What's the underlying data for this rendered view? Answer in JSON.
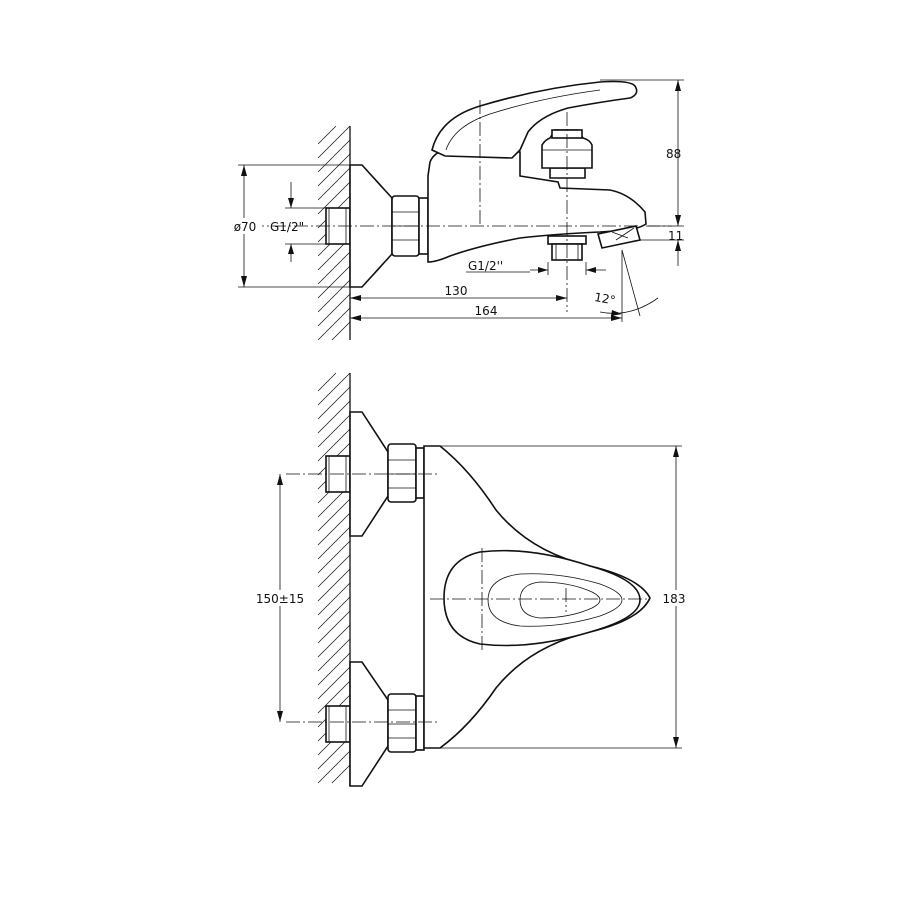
{
  "side_view": {
    "dim_diameter": "ø70",
    "dim_wall_thread": "G1/2\"",
    "dim_outlet_thread": "G1/2''",
    "dim_outlet_distance": "130",
    "dim_spout_length": "164",
    "dim_height": "88",
    "dim_spout_gap": "11",
    "dim_angle": "12°"
  },
  "top_view": {
    "dim_center_distance": "150±15",
    "dim_width": "183"
  }
}
